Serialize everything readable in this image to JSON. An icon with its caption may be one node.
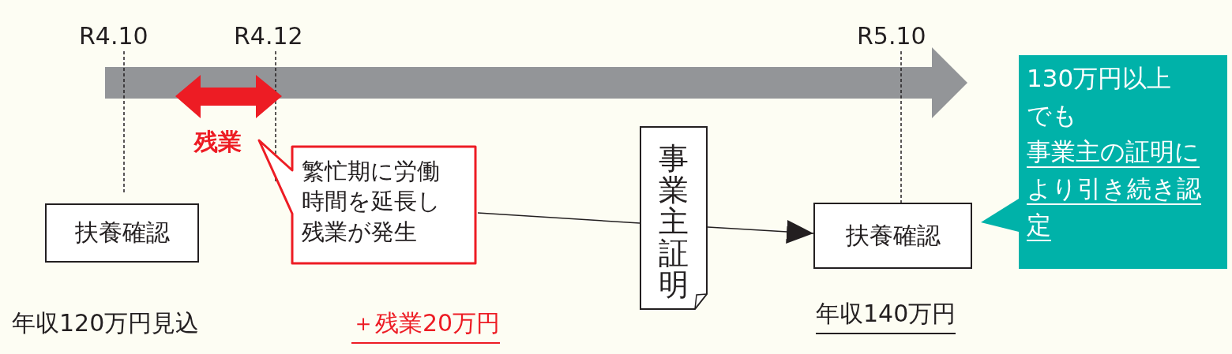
{
  "diagram": {
    "nodes": [
      {
        "text": [
          "扶養確認"
        ]
      },
      {
        "text": [
          "繁忙期に労働時間を延長し残業が発生"
        ]
      },
      {
        "text": [
          "事業主証明"
        ]
      },
      {
        "text": [
          "扶養確認"
        ]
      },
      {
        "text": [
          "130万円以上でも",
          "事業主の証明により引き続き認定"
        ]
      }
    ],
    "edges": [
      {
        "from": 1,
        "to": 2,
        "arrow": "none"
      },
      {
        "from": 2,
        "to": 3,
        "arrow": "to"
      }
    ],
    "labels": [
      "R4.10",
      "R4.12",
      "R5.10",
      "残業",
      "年収120万円見込",
      "＋残業20万円",
      "年収140万円"
    ]
  }
}
